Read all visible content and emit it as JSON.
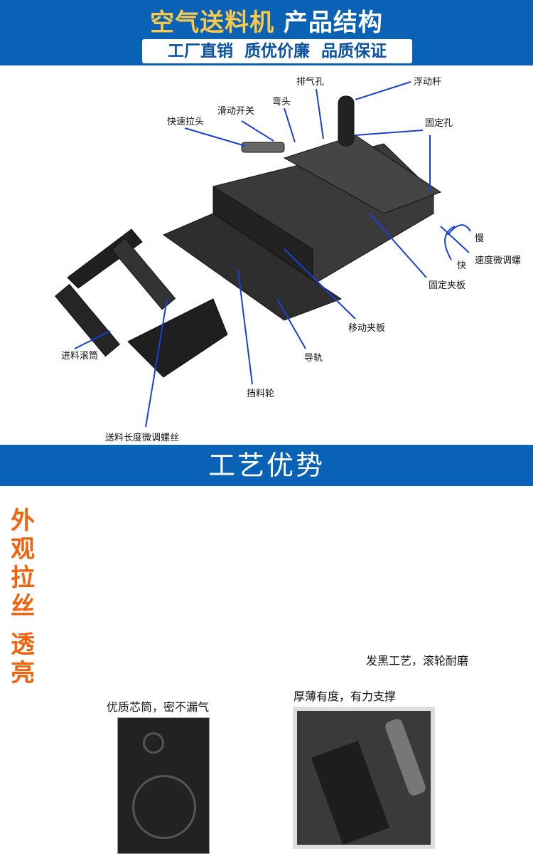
{
  "header": {
    "title_highlight": "空气送料机",
    "title_rest": "产品结构",
    "slogan": "工厂直销  质优价廉  品质保证"
  },
  "diagram_labels": {
    "float_rod": "浮动杆",
    "exhaust_hole": "排气孔",
    "elbow": "弯头",
    "slide_switch": "滑动开关",
    "quick_connector": "快速拉头",
    "fixing_hole": "固定孔",
    "slow": "慢",
    "fast": "快",
    "speed_screw": "速度微调螺",
    "fixed_plate": "固定夹板",
    "moving_plate": "移动夹板",
    "guide_rail": "导轨",
    "feed_roller": "进料滚筒",
    "stop_wheel": "挡料轮",
    "length_screw": "送料长度微调螺丝"
  },
  "section2": {
    "title": "工艺优势",
    "side_text": [
      "外",
      "观",
      "拉",
      "丝",
      "透",
      "亮"
    ],
    "captions": {
      "blackening": "发黑工艺，滚轮耐磨",
      "thickness": "厚薄有度，有力支撑",
      "core": "优质芯筒，密不漏气"
    }
  },
  "colors": {
    "brand_blue": "#0a62b6",
    "title_yellow": "#f8c94a",
    "arrow_blue": "#1a3fd6",
    "side_orange": "#f0640f"
  }
}
